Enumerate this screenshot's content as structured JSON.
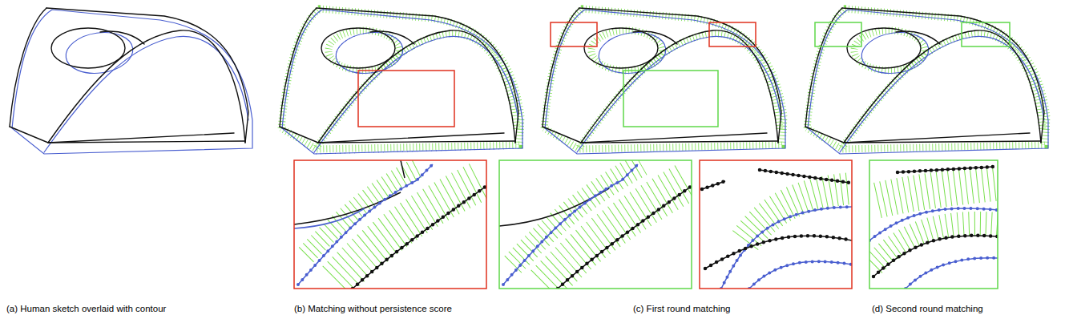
{
  "diagram": {
    "labels": [
      "(a) Human sketch overlaid with contour",
      "(b) Matching without persistence score",
      "(c) First round matching",
      "(d) Second round matching"
    ]
  }
}
